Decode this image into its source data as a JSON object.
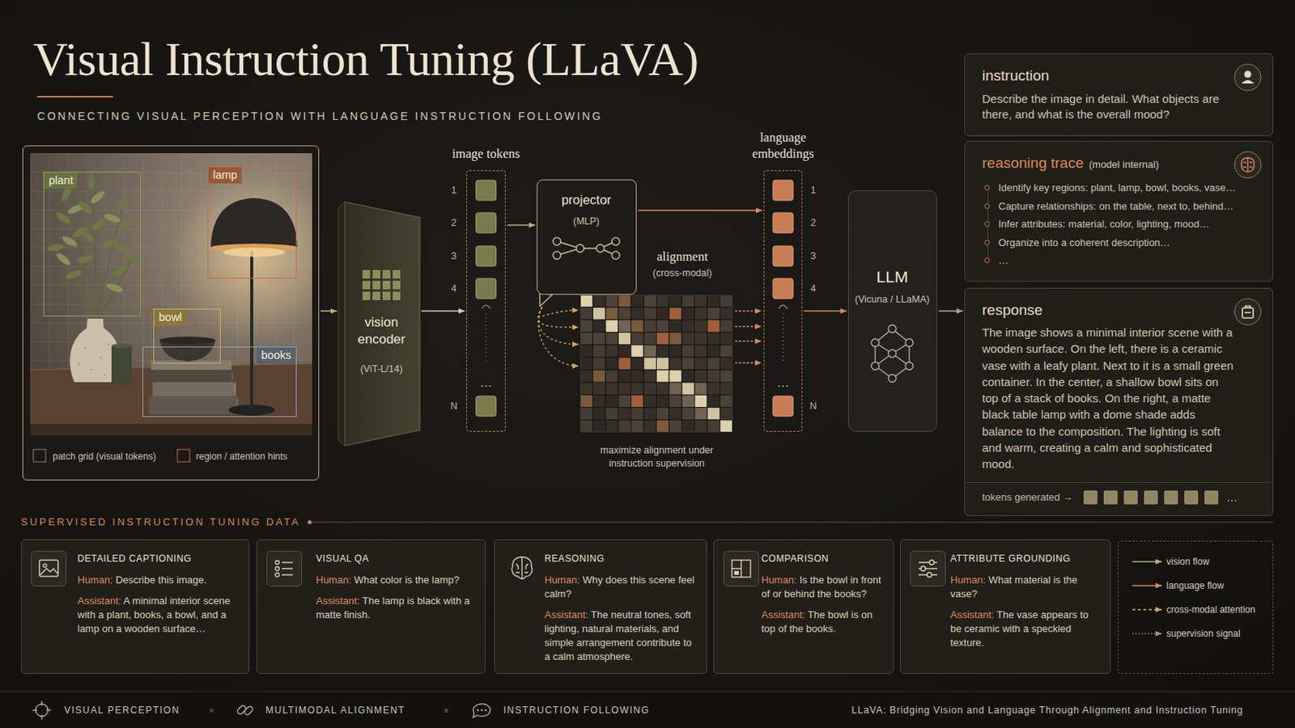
{
  "diagram": {
    "title": "Visual Instruction Tuning (LLaVA)",
    "caption": "LLaVA: Bridging Vision and Language Through Alignment and Instruction Tuning",
    "nodes": [
      {
        "text": [
          "patch grid (visual tokens)",
          "region / attention hints"
        ]
      },
      {
        "text": [
          "plant"
        ],
        "in": 0
      },
      {
        "text": [
          "lamp"
        ],
        "in": 0
      },
      {
        "text": [
          "bowl"
        ],
        "in": 0
      },
      {
        "text": [
          "books"
        ],
        "in": 0
      },
      {
        "text": [
          "vision encoder",
          "(ViT-L/14)"
        ]
      },
      {
        "text": [
          "image tokens",
          "…"
        ]
      },
      {
        "text": [
          "projector",
          "(MLP)"
        ]
      },
      {
        "text": [
          "alignment",
          "(cross-modal)",
          "maximize alignment under instruction supervision"
        ]
      },
      {
        "text": [
          "language embeddings",
          "…"
        ]
      },
      {
        "text": [
          "LLM",
          "(Vicuna / LLaMA)"
        ]
      },
      {
        "text": [
          "instruction",
          "Describe the image in detail. What objects are there, and what is the overall mood?"
        ]
      },
      {
        "text": [
          "reasoning trace",
          "(model internal)",
          "Identify key regions: plant, lamp, bowl, books, vase…",
          "Capture relationships: on the table, next to, behind…",
          "Infer attributes: material, color, lighting, mood…",
          "Organize into a coherent description…",
          "…"
        ]
      },
      {
        "text": [
          "response",
          "The image shows a minimal interior scene with a wooden surface. On the left, there is a ceramic vase with a leafy plant. Next to it is a small green container. In the center, a shallow bowl sits on top of a stack of books. On the right, a matte black table lamp with a dome shade adds balance to the composition. The lighting is soft and warm, creating a calm and sophisticated mood.",
          "tokens generated →",
          "…"
        ]
      },
      {
        "text": [
          "DETAILED CAPTIONING",
          "Human: Describe this image.",
          "Assistant: A minimal interior scene with a plant, books, a bowl, and a lamp on a wooden surface…"
        ]
      },
      {
        "text": [
          "VISUAL QA",
          "Human: What color is the lamp?",
          "Assistant: The lamp is black with a matte finish."
        ]
      },
      {
        "text": [
          "REASONING",
          "Human: Why does this scene feel calm?",
          "Assistant: The neutral tones, soft lighting, natural materials, and simple arrangement contribute to a calm atmosphere."
        ]
      },
      {
        "text": [
          "COMPARISON",
          "Human: Is the bowl in front of or behind the books?",
          "Assistant: The bowl is on top of the books."
        ]
      },
      {
        "text": [
          "ATTRIBUTE GROUNDING",
          "Human: What material is the vase?",
          "Assistant: The vase appears to be ceramic with a speckled texture."
        ]
      }
    ],
    "edges": [
      {
        "from": 0,
        "to": 5,
        "arrow": "to"
      },
      {
        "from": 5,
        "to": 6,
        "arrow": "to"
      },
      {
        "from": 6,
        "to": 7,
        "arrow": "to"
      },
      {
        "from": 7,
        "to": 9,
        "arrow": "to"
      },
      {
        "from": 7,
        "to": 8,
        "arrow": "to"
      },
      {
        "from": 8,
        "to": 9,
        "arrow": "to"
      },
      {
        "from": 9,
        "to": 10,
        "arrow": "to"
      },
      {
        "from": 10,
        "to": 13,
        "arrow": "to"
      }
    ],
    "labels": [
      "CONNECTING VISUAL PERCEPTION WITH LANGUAGE INSTRUCTION FOLLOWING",
      "1",
      "2",
      "3",
      "4",
      "N",
      "1",
      "2",
      "3",
      "4",
      "N",
      "SUPERVISED INSTRUCTION TUNING DATA",
      "VISUAL PERCEPTION",
      "×",
      "MULTIMODAL ALIGNMENT",
      "×",
      "INSTRUCTION FOLLOWING"
    ],
    "legend": [
      {
        "text": "vision flow"
      },
      {
        "text": "language flow"
      },
      {
        "text": "cross-modal attention"
      },
      {
        "text": "supervision signal"
      }
    ]
  }
}
